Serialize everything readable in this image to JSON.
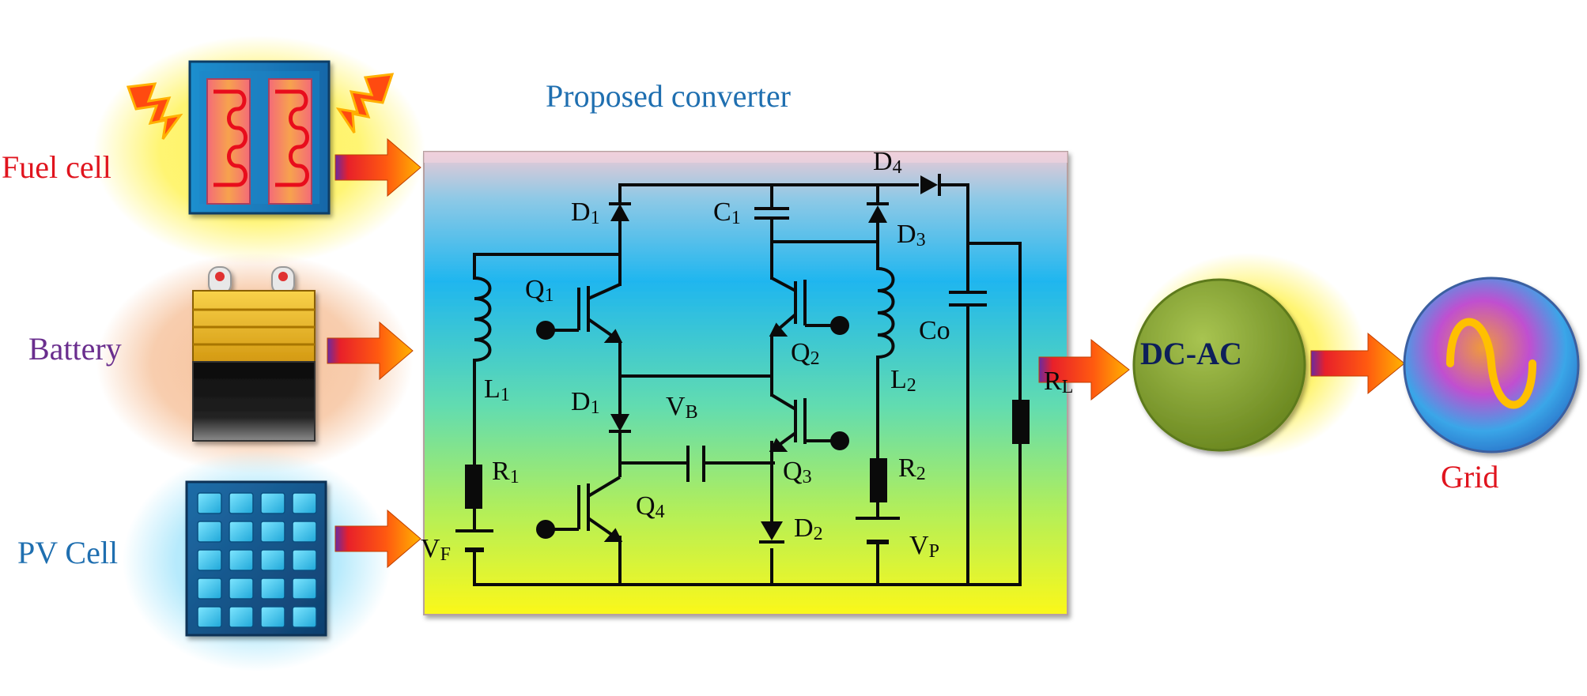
{
  "title": "Proposed converter",
  "sources": [
    {
      "id": "fuel_cell",
      "label": "Fuel cell",
      "color": "#e0141e"
    },
    {
      "id": "battery",
      "label": "Battery",
      "color": "#6a2e8e"
    },
    {
      "id": "pv_cell",
      "label": "PV Cell",
      "color": "#1f6fb0"
    }
  ],
  "inverter_label": "DC-AC",
  "grid_label": "Grid",
  "circuit": {
    "D1_top": {
      "main": "D",
      "sub": "1"
    },
    "D1_mid": {
      "main": "D",
      "sub": "1"
    },
    "D2": {
      "main": "D",
      "sub": "2"
    },
    "D3": {
      "main": "D",
      "sub": "3"
    },
    "D4": {
      "main": "D",
      "sub": "4"
    },
    "C1": {
      "main": "C",
      "sub": "1"
    },
    "Co": {
      "main": "Co",
      "sub": ""
    },
    "Q1": {
      "main": "Q",
      "sub": "1"
    },
    "Q2": {
      "main": "Q",
      "sub": "2"
    },
    "Q3": {
      "main": "Q",
      "sub": "3"
    },
    "Q4": {
      "main": "Q",
      "sub": "4"
    },
    "L1": {
      "main": "L",
      "sub": "1"
    },
    "L2": {
      "main": "L",
      "sub": "2"
    },
    "R1": {
      "main": "R",
      "sub": "1"
    },
    "R2": {
      "main": "R",
      "sub": "2"
    },
    "RL": {
      "main": "R",
      "sub": "L"
    },
    "VB": {
      "main": "V",
      "sub": "B"
    },
    "VF": {
      "main": "V",
      "sub": "F"
    },
    "VP": {
      "main": "V",
      "sub": "P"
    }
  },
  "colors": {
    "box_top": "#e8c7d2",
    "box_mid": "#26b7ee",
    "box_low": "#a9ef60",
    "box_bottom": "#f8f71a",
    "arrow": "#ff4b10",
    "inverter": "#87a432"
  }
}
